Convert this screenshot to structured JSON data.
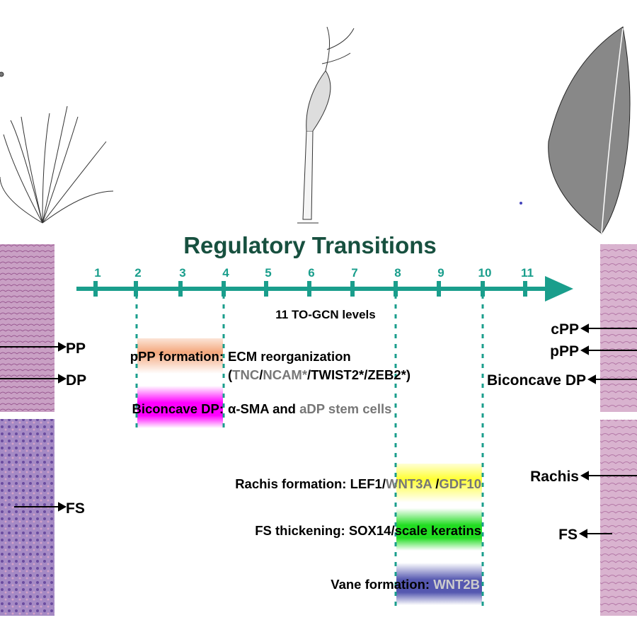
{
  "title": "Regulatory Transitions",
  "axis": {
    "ticks": [
      "1",
      "2",
      "3",
      "4",
      "5",
      "6",
      "7",
      "8",
      "9",
      "10",
      "11"
    ],
    "label": "11 TO-GCN levels"
  },
  "colors": {
    "teal": "#1a9e8c",
    "title": "#17503f",
    "gray_gene": "#777777"
  },
  "left_labels": [
    "PP",
    "DP",
    "FS"
  ],
  "right_labels": [
    "cPP",
    "pPP",
    "Biconcave DP",
    "Rachis",
    "FS"
  ],
  "transitions": [
    {
      "name": "pPP formation:",
      "desc": "ECM reorganization",
      "genes_open": "(",
      "gene1": "TNC",
      "sep1": "/",
      "gene2": "NCAM*",
      "rest": "/TWIST2*/ZEB2*)",
      "color": "#f4a77c"
    },
    {
      "name": "Biconcave DP:",
      "desc": "α-SMA and",
      "gray": "aDP stem cells",
      "color": "#ff00ff"
    },
    {
      "name": "Rachis formation:",
      "desc": "LEF1/",
      "gene1": "WNT3A",
      "sep": " /",
      "gene2": "GDF10",
      "color": "#ffff33"
    },
    {
      "name": "FS thickening:",
      "desc": "SOX14/scale keratins",
      "color": "#22dd22"
    },
    {
      "name": "Vane formation:",
      "gene": "WNT2B",
      "color": "#5558b0"
    }
  ]
}
